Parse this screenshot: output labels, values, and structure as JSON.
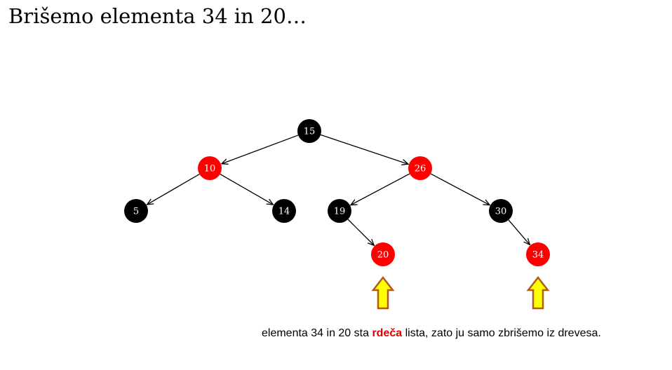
{
  "title": "Brišemo elementa 34 in 20…",
  "colors": {
    "red": "#ff0000",
    "black": "#000000",
    "arrow_fill": "#ffff00",
    "arrow_stroke": "#b05a1e",
    "highlight": "#e00000"
  },
  "tree": {
    "nodes": [
      {
        "id": "n15",
        "label": "15",
        "color": "black"
      },
      {
        "id": "n10",
        "label": "10",
        "color": "red"
      },
      {
        "id": "n26",
        "label": "26",
        "color": "red"
      },
      {
        "id": "n5",
        "label": "5",
        "color": "black"
      },
      {
        "id": "n14",
        "label": "14",
        "color": "black"
      },
      {
        "id": "n19",
        "label": "19",
        "color": "black"
      },
      {
        "id": "n30",
        "label": "30",
        "color": "black"
      },
      {
        "id": "n20",
        "label": "20",
        "color": "red"
      },
      {
        "id": "n34",
        "label": "34",
        "color": "red"
      }
    ],
    "edges": [
      [
        "n15",
        "n10"
      ],
      [
        "n15",
        "n26"
      ],
      [
        "n10",
        "n5"
      ],
      [
        "n10",
        "n14"
      ],
      [
        "n26",
        "n19"
      ],
      [
        "n26",
        "n30"
      ],
      [
        "n19",
        "n20"
      ],
      [
        "n30",
        "n34"
      ]
    ],
    "markers": [
      "n20",
      "n34"
    ]
  },
  "caption": {
    "before": "elementa 34 in 20 sta ",
    "highlight": "rdeča",
    "after": " lista, zato ju samo zbrišemo iz drevesa."
  }
}
